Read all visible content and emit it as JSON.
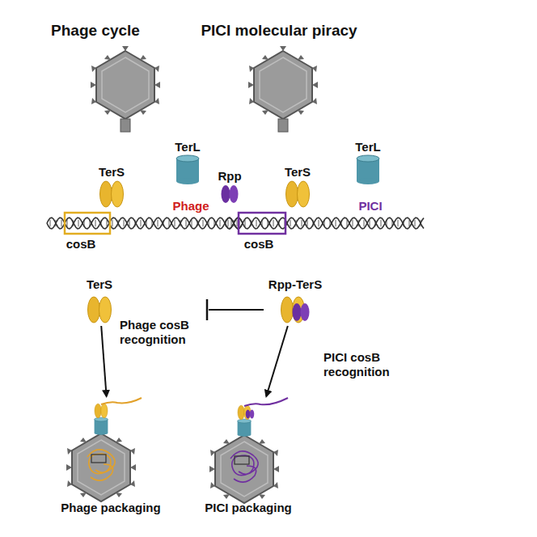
{
  "diagram": {
    "nodes": [
      {
        "text": [
          "TerS"
        ]
      },
      {
        "text": [
          "Phage packaging"
        ]
      },
      {
        "text": [
          "Rpp-TerS"
        ]
      },
      {
        "text": [
          "PICI packaging"
        ]
      }
    ],
    "edges": [
      {
        "from": 0,
        "to": 1,
        "arrow": "to",
        "label": "Phage cosB recognition"
      },
      {
        "from": 2,
        "to": 3,
        "arrow": "to",
        "label": "PICI cosB recognition"
      }
    ],
    "labels": [
      "Phage cycle",
      "PICI molecular piracy",
      "TerS",
      "TerL",
      "Phage",
      "cosB",
      "Rpp",
      "TerS",
      "TerL",
      "PICI",
      "cosB"
    ]
  }
}
